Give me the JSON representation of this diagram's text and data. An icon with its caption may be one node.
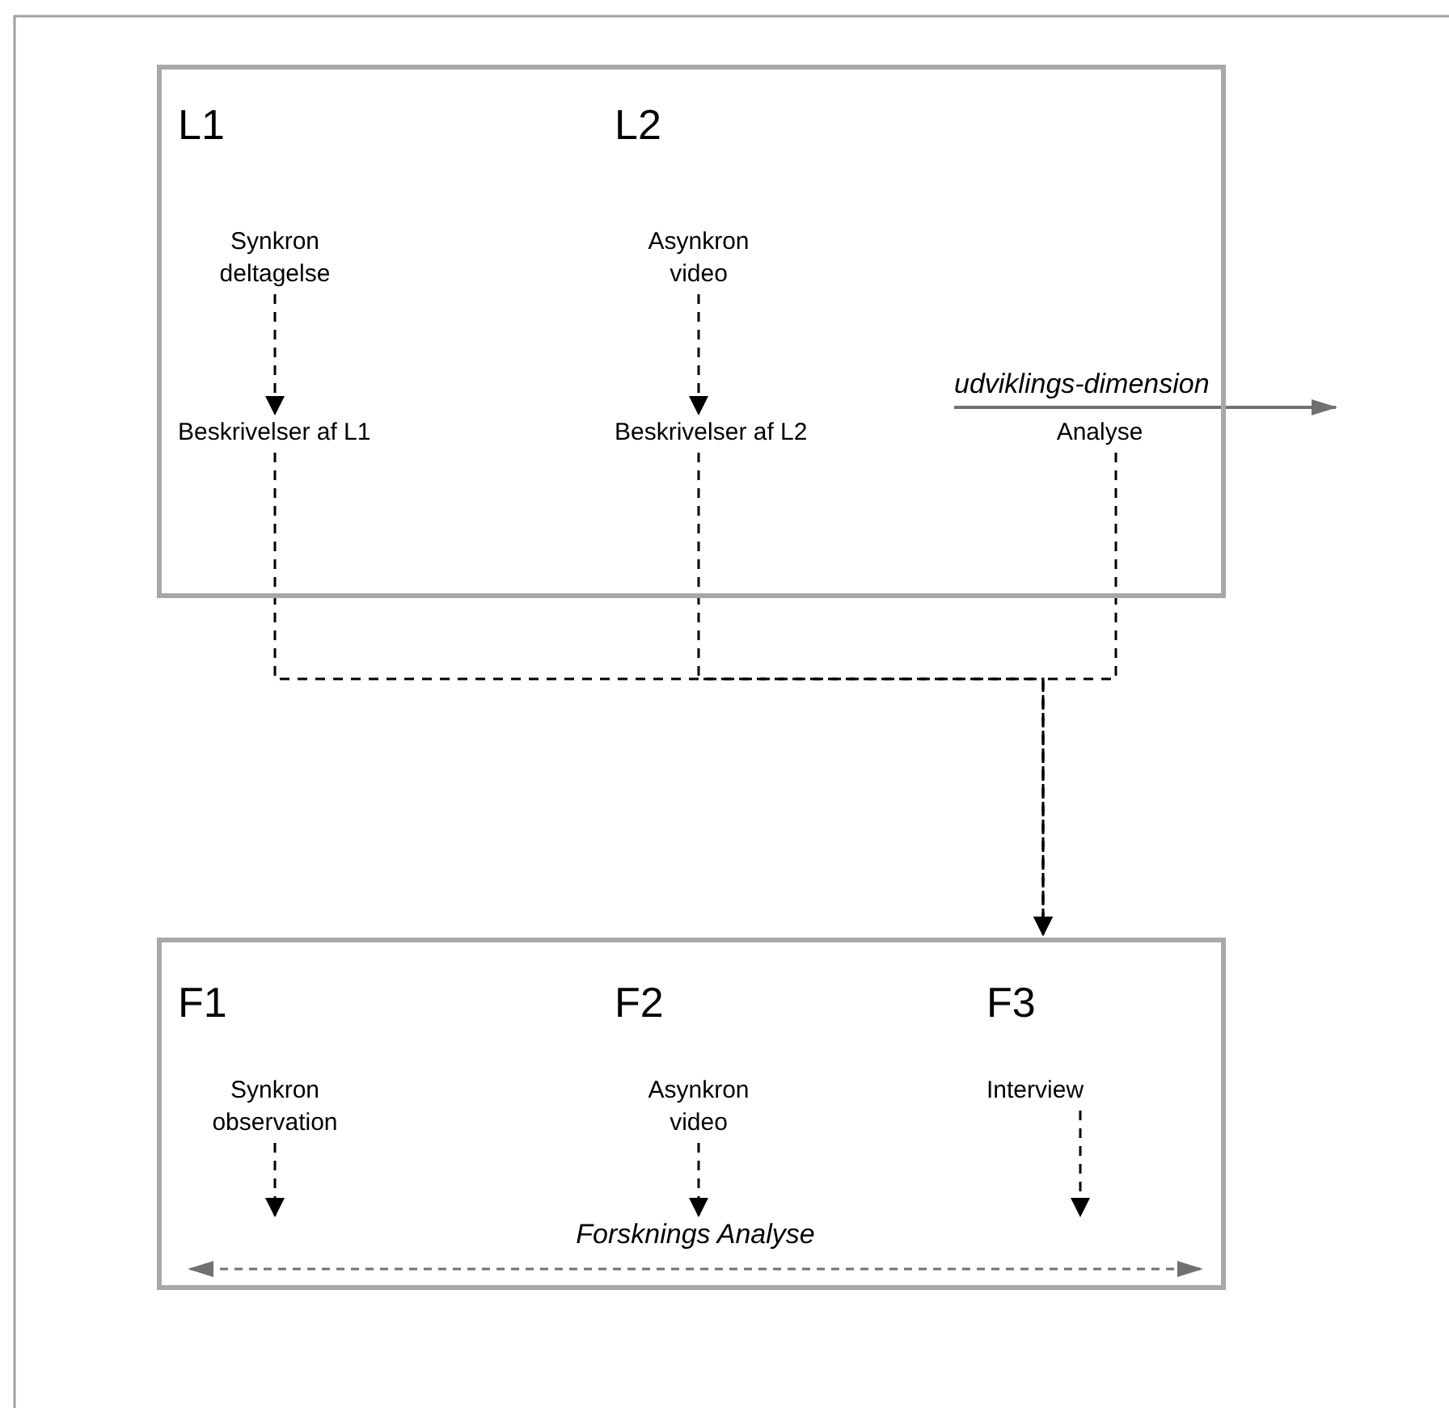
{
  "diagram": {
    "nodes": [
      {
        "text": [],
        "shape": "box"
      },
      {
        "text": [
          "Synkron deltagelse"
        ],
        "in": 0
      },
      {
        "text": [
          "Beskrivelser af L1"
        ],
        "in": 0
      },
      {
        "text": [
          "Asynkron video"
        ],
        "in": 0
      },
      {
        "text": [
          "Beskrivelser af L2"
        ],
        "in": 0
      },
      {
        "text": [
          "Analyse"
        ],
        "in": 0
      },
      {
        "text": [],
        "shape": "box"
      },
      {
        "text": [
          "Synkron observation"
        ],
        "in": 6
      },
      {
        "text": [
          "Asynkron video"
        ],
        "in": 6
      },
      {
        "text": [
          "Interview"
        ],
        "in": 6
      },
      {
        "text": [
          "Forsknings Analyse"
        ],
        "in": 6
      }
    ],
    "edges": [
      {
        "from": 1,
        "to": 2,
        "arrow": "to",
        "style": "dashed"
      },
      {
        "from": 3,
        "to": 4,
        "arrow": "to",
        "style": "dashed"
      },
      {
        "from": 2,
        "to": 6,
        "arrow": "to",
        "style": "dashed"
      },
      {
        "from": 4,
        "to": 6,
        "arrow": "to",
        "style": "dashed"
      },
      {
        "from": 5,
        "to": 6,
        "arrow": "to",
        "style": "dashed"
      },
      {
        "from": 7,
        "to": 10,
        "arrow": "to",
        "style": "dashed"
      },
      {
        "from": 8,
        "to": 10,
        "arrow": "to",
        "style": "dashed"
      },
      {
        "from": 9,
        "to": 10,
        "arrow": "to",
        "style": "dashed"
      }
    ],
    "labels": [
      "L1",
      "L2",
      "udviklings-dimension",
      "F1",
      "F2",
      "F3"
    ]
  }
}
